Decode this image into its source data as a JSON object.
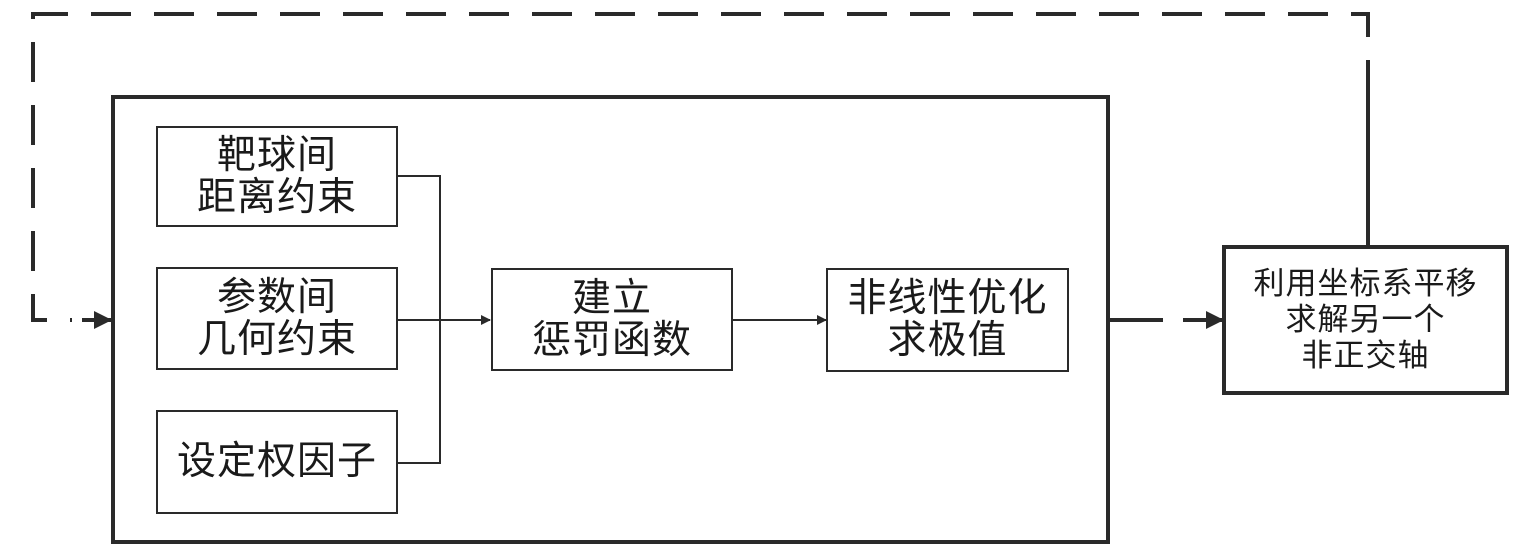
{
  "nodes": {
    "target_distance": {
      "line1": "靶球间",
      "line2": "距离约束"
    },
    "param_geometry": {
      "line1": "参数间",
      "line2": "几何约束"
    },
    "set_weight": {
      "line1": "设定权因子"
    },
    "penalty": {
      "line1": "建立",
      "line2": "惩罚函数"
    },
    "nonlinear": {
      "line1": "非线性优化",
      "line2": "求极值"
    },
    "translate": {
      "line1": "利用坐标系平移",
      "line2": "求解另一个",
      "line3": "非正交轴"
    }
  },
  "colors": {
    "stroke": "#2a2a2a",
    "background": "#ffffff"
  }
}
